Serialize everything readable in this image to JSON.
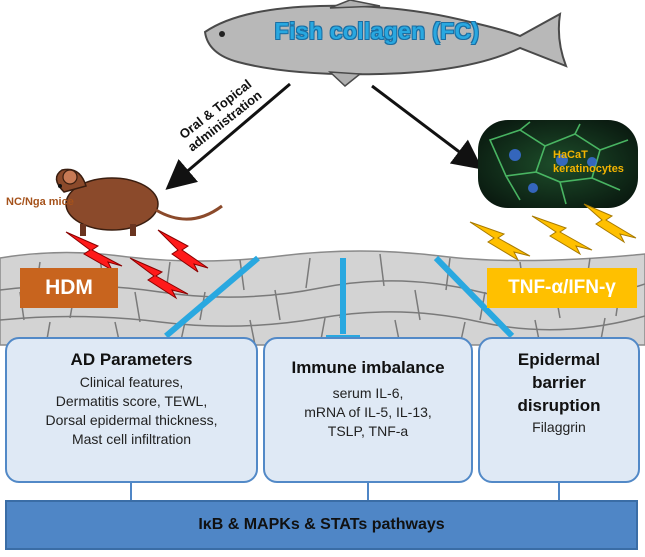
{
  "title": "Fish collagen (FC)",
  "route_label": [
    "Oral & Topical",
    "administration"
  ],
  "mice_label": "NC/Nga mice",
  "cells_label": [
    "HaCaT",
    "keratinocytes"
  ],
  "hdm_label": "HDM",
  "tnf_label": "TNF-α/IFN-γ",
  "boxes": [
    {
      "title": [
        "AD Parameters"
      ],
      "items": [
        "Clinical features,",
        "Dermatitis score, TEWL,",
        "Dorsal epidermal thickness,",
        "Mast cell infiltration"
      ]
    },
    {
      "title": [
        "Immune imbalance"
      ],
      "items": [
        "serum IL-6,",
        "mRNA of IL-5, IL-13,",
        "TSLP, TNF-a"
      ]
    },
    {
      "title": [
        "Epidermal",
        "barrier",
        "disruption"
      ],
      "items": [
        "Filaggrin"
      ]
    }
  ],
  "pathway_label": "IκB & MAPKs & STATs pathways",
  "colors": {
    "title": "#29a8e0",
    "hdm": "#c8641e",
    "tnf": "#ffc000",
    "inhibit_line": "#29a8e0",
    "box_fill": "#dfe9f5",
    "pathway": "#4f86c6",
    "bolt_red": "#ff1a1a",
    "bolt_yellow": "#ffc000"
  }
}
